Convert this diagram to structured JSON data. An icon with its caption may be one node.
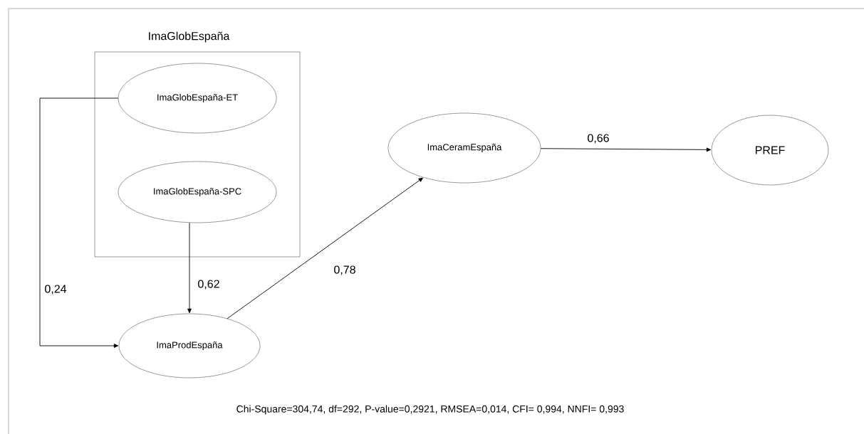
{
  "diagram": {
    "nodes": [
      {
        "text": [
          "ImaGlobEspaña"
        ]
      },
      {
        "text": [
          "ImaGlobEspaña-ET"
        ],
        "in": 0
      },
      {
        "text": [
          "ImaGlobEspaña-SPC"
        ],
        "in": 0
      },
      {
        "text": [
          "ImaProdEspaña"
        ]
      },
      {
        "text": [
          "ImaCeramEspaña"
        ]
      },
      {
        "text": [
          "PREF"
        ]
      }
    ],
    "edges": [
      {
        "from": 1,
        "to": 3,
        "arrow": "to",
        "label": "0,24"
      },
      {
        "from": 2,
        "to": 3,
        "arrow": "to",
        "label": "0,62"
      },
      {
        "from": 3,
        "to": 4,
        "arrow": "to",
        "label": "0,78"
      },
      {
        "from": 4,
        "to": 5,
        "arrow": "to",
        "label": "0,66"
      }
    ],
    "labels": [
      "Chi-Square=304,74, df=292, P-value=0,2921, RMSEA=0,014, CFI= 0,994, NNFI= 0,993"
    ]
  }
}
